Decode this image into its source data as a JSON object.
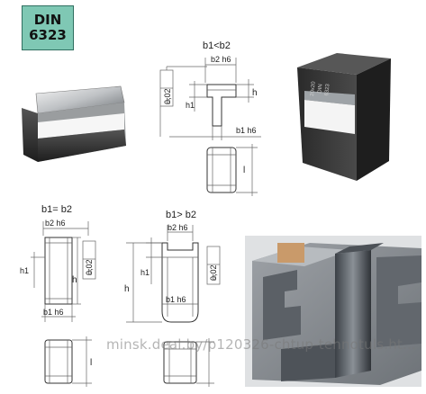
{
  "badge": {
    "line1": "DIN",
    "line2": "6323"
  },
  "labels": {
    "cond_top": "b1<b2",
    "cond_left": "b1= b2",
    "cond_right": "b1> b2",
    "b2h6": "b2 h6",
    "b1h6": "b1 h6",
    "h": "h",
    "h1": "h1",
    "l": "l",
    "flat": "0,02",
    "flat_symbol": "⏥"
  },
  "photo_engraving": {
    "line1": "20x20",
    "line2": "DIN",
    "line3": "6323"
  },
  "watermark": "minsk.deal.by/p120326-chtup-tehnotuls.ht..."
}
